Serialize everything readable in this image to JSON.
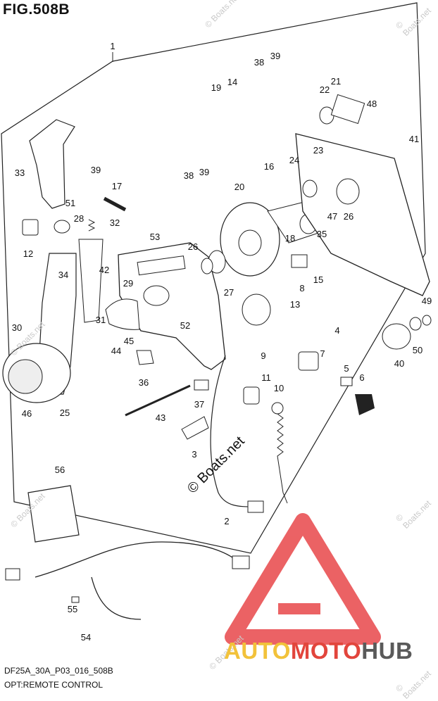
{
  "figure": {
    "title": "FIG.508B"
  },
  "footer": {
    "code": "DF25A_30A_P03_016_508B",
    "caption": "OPT:REMOTE CONTROL"
  },
  "watermarks": {
    "small": "© Boats.net",
    "large": "© Boats.net"
  },
  "brand": {
    "auto": "AUTO",
    "moto": "MOTO",
    "hub": "HUB",
    "auto_color": "#f2c23a",
    "moto_color": "#e2453c",
    "hub_color": "#5a5a5a",
    "logo_color": "#e8474a"
  },
  "parts": [
    {
      "num": "1"
    },
    {
      "num": "2"
    },
    {
      "num": "3"
    },
    {
      "num": "4"
    },
    {
      "num": "5"
    },
    {
      "num": "6"
    },
    {
      "num": "7"
    },
    {
      "num": "8"
    },
    {
      "num": "9"
    },
    {
      "num": "10"
    },
    {
      "num": "11"
    },
    {
      "num": "12"
    },
    {
      "num": "13"
    },
    {
      "num": "14"
    },
    {
      "num": "15"
    },
    {
      "num": "16"
    },
    {
      "num": "17"
    },
    {
      "num": "18"
    },
    {
      "num": "19"
    },
    {
      "num": "20"
    },
    {
      "num": "21"
    },
    {
      "num": "22"
    },
    {
      "num": "23"
    },
    {
      "num": "24"
    },
    {
      "num": "25"
    },
    {
      "num": "26"
    },
    {
      "num": "26"
    },
    {
      "num": "27"
    },
    {
      "num": "28"
    },
    {
      "num": "29"
    },
    {
      "num": "30"
    },
    {
      "num": "31"
    },
    {
      "num": "32"
    },
    {
      "num": "33"
    },
    {
      "num": "34"
    },
    {
      "num": "35"
    },
    {
      "num": "36"
    },
    {
      "num": "37"
    },
    {
      "num": "38"
    },
    {
      "num": "38"
    },
    {
      "num": "39"
    },
    {
      "num": "39"
    },
    {
      "num": "39"
    },
    {
      "num": "40"
    },
    {
      "num": "41"
    },
    {
      "num": "42"
    },
    {
      "num": "43"
    },
    {
      "num": "44"
    },
    {
      "num": "45"
    },
    {
      "num": "46"
    },
    {
      "num": "47"
    },
    {
      "num": "48"
    },
    {
      "num": "49"
    },
    {
      "num": "50"
    },
    {
      "num": "51"
    },
    {
      "num": "52"
    },
    {
      "num": "53"
    },
    {
      "num": "54"
    },
    {
      "num": "55"
    },
    {
      "num": "56"
    }
  ]
}
